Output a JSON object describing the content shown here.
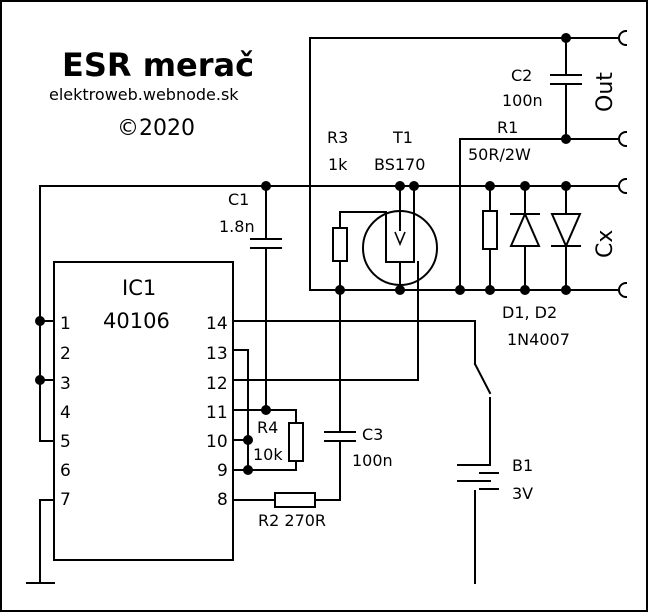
{
  "title": "ESR merač",
  "website": "elektroweb.webnode.sk",
  "copyright": "©2020",
  "ic": {
    "ref": "IC1",
    "part": "40106",
    "pins_left": [
      "1",
      "2",
      "3",
      "4",
      "5",
      "6",
      "7"
    ],
    "pins_right": [
      "14",
      "13",
      "12",
      "11",
      "10",
      "9",
      "8"
    ]
  },
  "parts": {
    "c1": {
      "ref": "C1",
      "value": "1.8n"
    },
    "c2": {
      "ref": "C2",
      "value": "100n"
    },
    "c3": {
      "ref": "C3",
      "value": "100n"
    },
    "r1": {
      "ref": "R1",
      "value": "50R/2W"
    },
    "r2": {
      "label": "R2 270R"
    },
    "r3": {
      "ref": "R3",
      "value": "1k"
    },
    "r4": {
      "ref": "R4",
      "value": "10k"
    },
    "t1": {
      "ref": "T1",
      "value": "BS170"
    },
    "d": {
      "ref": "D1, D2",
      "value": "1N4007"
    },
    "b1": {
      "ref": "B1",
      "value": "3V"
    }
  },
  "terminals": {
    "out": "Out",
    "cx": "Cx"
  }
}
